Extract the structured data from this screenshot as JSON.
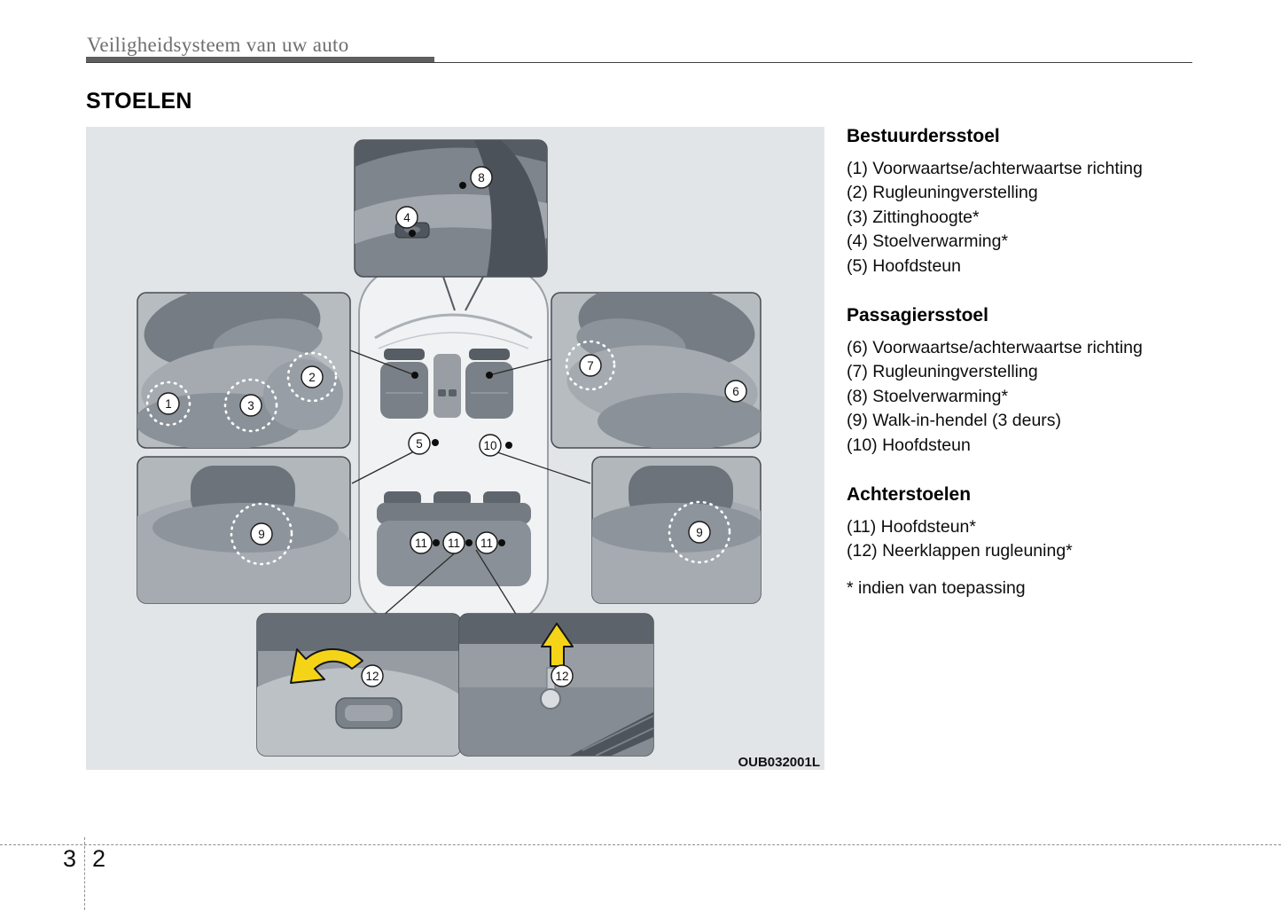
{
  "page": {
    "header": "Veiligheidsysteem van uw auto",
    "section_title": "STOELEN",
    "chapter_number": "3",
    "page_number": "2"
  },
  "sections": [
    {
      "title": "Bestuurdersstoel",
      "items": [
        "(1) Voorwaartse/achterwaartse richting",
        "(2) Rugleuningverstelling",
        "(3) Zittinghoogte*",
        "(4) Stoelverwarming*",
        "(5) Hoofdsteun"
      ]
    },
    {
      "title": "Passagiersstoel",
      "items": [
        "(6) Voorwaartse/achterwaartse richting",
        "(7) Rugleuningverstelling",
        "(8) Stoelverwarming*",
        "(9) Walk-in-hendel (3 deurs)",
        "(10) Hoofdsteun"
      ]
    },
    {
      "title": "Achterstoelen",
      "items": [
        "(11) Hoofdsteun*",
        "(12) Neerklappen rugleuning*"
      ]
    }
  ],
  "footnote": "* indien van toepassing",
  "diagram": {
    "figure_code": "OUB032001L",
    "background_color": "#e2e5e8",
    "arrow_color": "#f5d418",
    "callouts": [
      {
        "label": "8"
      },
      {
        "label": "4"
      },
      {
        "label": "1"
      },
      {
        "label": "3"
      },
      {
        "label": "2"
      },
      {
        "label": "7"
      },
      {
        "label": "6"
      },
      {
        "label": "5"
      },
      {
        "label": "10"
      },
      {
        "label": "9"
      },
      {
        "label": "9"
      },
      {
        "label": "11"
      },
      {
        "label": "11"
      },
      {
        "label": "11"
      },
      {
        "label": "12"
      },
      {
        "label": "12"
      }
    ]
  }
}
